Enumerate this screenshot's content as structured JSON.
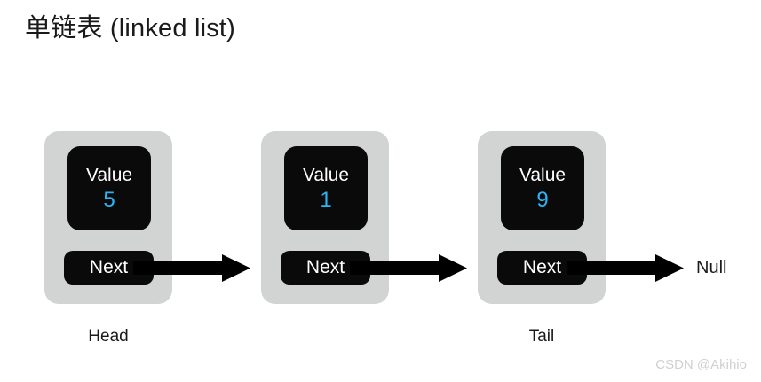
{
  "title": "单链表 (linked list)",
  "colors": {
    "background": "#ffffff",
    "node_card": "#d2d3d3",
    "box_fill": "#0a0a0a",
    "box_text": "#ffffff",
    "value_number": "#29b6f6",
    "arrow": "#000000",
    "label_text": "#1a1a1a",
    "watermark": "#d0d0d0"
  },
  "diagram": {
    "type": "singly-linked-list",
    "nodes": [
      {
        "value_label": "Value",
        "value": "5",
        "next_label": "Next",
        "under_label": "Head"
      },
      {
        "value_label": "Value",
        "value": "1",
        "next_label": "Next",
        "under_label": ""
      },
      {
        "value_label": "Value",
        "value": "9",
        "next_label": "Next",
        "under_label": "Tail"
      }
    ],
    "under_labels": {
      "head": "Head",
      "tail": "Tail"
    },
    "terminator": "Null",
    "arrows": [
      {
        "from": "node-0-next",
        "to": "node-1"
      },
      {
        "from": "node-1-next",
        "to": "node-2"
      },
      {
        "from": "node-2-next",
        "to": "null-terminator"
      }
    ]
  },
  "watermark": "CSDN @Akihio"
}
